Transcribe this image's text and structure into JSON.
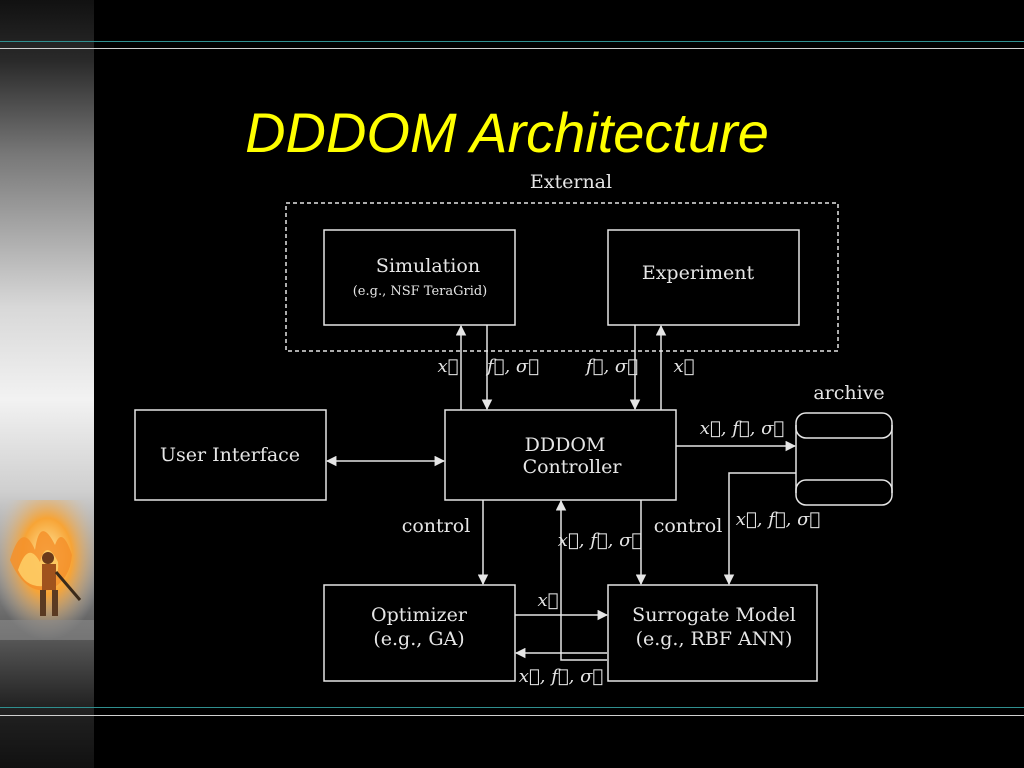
{
  "slide": {
    "title": "DDDOM Architecture",
    "colors": {
      "background": "#000000",
      "title": "#ffff00",
      "diagram": "#e6e6e6",
      "rule_teal": "#2f8f8f"
    }
  },
  "diagram": {
    "external_label": "External",
    "simulation": {
      "line1": "Simulation",
      "line2": "(e.g., NSF TeraGrid)"
    },
    "experiment": "Experiment",
    "controller": {
      "line1": "DDDOM",
      "line2": "Controller"
    },
    "user_interface": "User Interface",
    "archive_label": "archive",
    "optimizer": {
      "line1": "Optimizer",
      "line2": "(e.g., GA)"
    },
    "surrogate": {
      "line1": "Surrogate Model",
      "line2": "(e.g., RBF ANN)"
    },
    "edge_labels": {
      "sim_x": "x⃗",
      "sim_fs": "f⃗, σ⃗",
      "exp_fs": "f⃗, σ⃗",
      "exp_x": "x⃗",
      "ctrl_archive": "x⃗, f⃗, σ⃗",
      "archive_surrogate": "x⃗, f⃗, σ⃗",
      "control_opt": "control",
      "control_sur": "control",
      "mid_xfs": "x⃗, f⃗, σ⃗",
      "opt_sur_x": "x⃗",
      "sur_opt_xfs": "x⃗, f⃗, σ⃗"
    }
  }
}
